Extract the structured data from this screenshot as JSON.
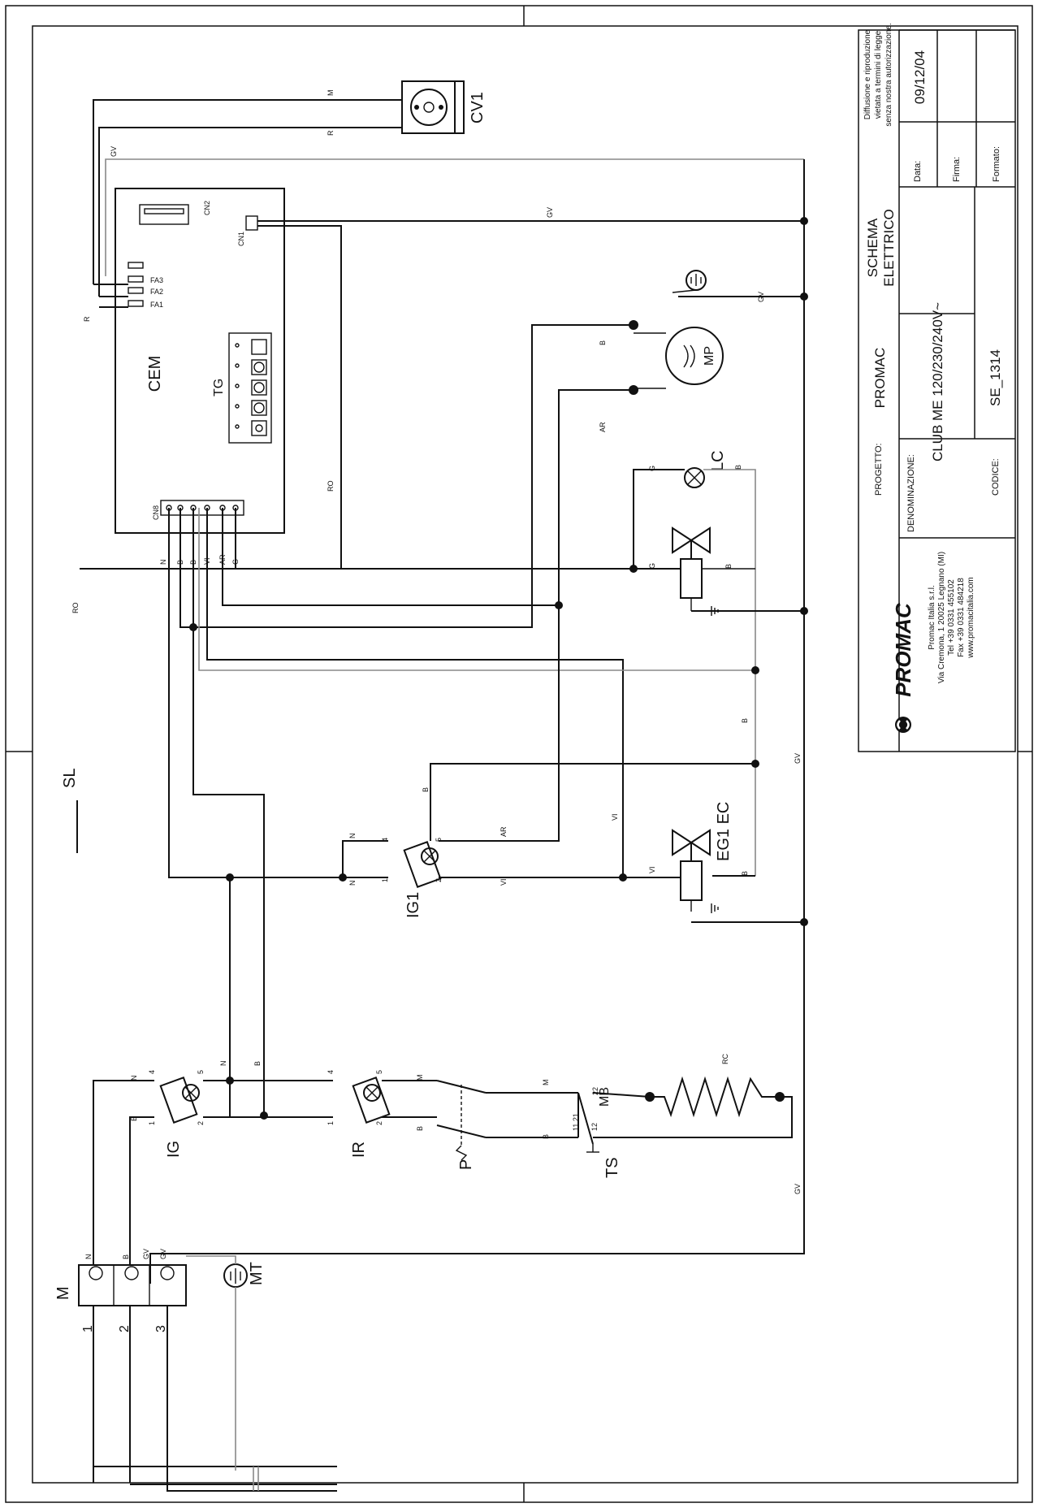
{
  "title_block": {
    "notice": [
      "Diffusione e riproduzione",
      "vietata a termini di legge",
      "senza nostra autorizzazione."
    ],
    "data_label": "Data:",
    "data_value": "09/12/04",
    "firma_label": "Firma:",
    "firma_value": "",
    "formato_label": "Formato:",
    "formato_value": "",
    "schema_line1": "SCHEMA",
    "schema_line2": "ELETTRICO",
    "progetto_label": "PROGETTO:",
    "progetto_value": "PROMAC",
    "denominazione_label": "DENOMINAZIONE:",
    "denominazione_value": "CLUB ME  120/230/240V~",
    "codice_label": "CODICE:",
    "codice_value": "SE_1314",
    "brand": "PROMAC",
    "company_lines": [
      "Promac Italia s.r.l.",
      "Via Cremona, 1 20025 Legnano (MI)",
      "Tel +39 0331 455102",
      "Fax +39 0331 484218",
      "www.promacitalia.com"
    ]
  },
  "components": {
    "cem": "CEM",
    "cn1": "CN1",
    "cn2": "CN2",
    "cn8": "CN8",
    "fa1": "FA1",
    "fa2": "FA2",
    "fa3": "FA3",
    "tg": "TG",
    "cv1": "CV1",
    "mp": "MP",
    "lc": "LC",
    "eg1": "EG1 EC",
    "ig": "IG",
    "ig1": "IG1",
    "ir": "IR",
    "p": "P",
    "ts": "TS",
    "rc": "RC",
    "mb": "MB",
    "m": "M",
    "mt": "MT",
    "sl": "SL"
  },
  "terminals": {
    "mains": [
      "1",
      "2",
      "3"
    ],
    "ig_pins": [
      "4",
      "5",
      "1",
      "2"
    ],
    "ir_pins": [
      "4",
      "5",
      "1",
      "2"
    ],
    "ig1_pins": [
      "4",
      "5",
      "1",
      "2"
    ],
    "ts_pins": [
      "22",
      "11 21",
      "12"
    ]
  },
  "wires": {
    "N": "N",
    "B": "B",
    "M": "M",
    "R": "R",
    "GV": "GV",
    "RO": "RO",
    "AR": "AR",
    "VI": "VI",
    "G": "G"
  }
}
